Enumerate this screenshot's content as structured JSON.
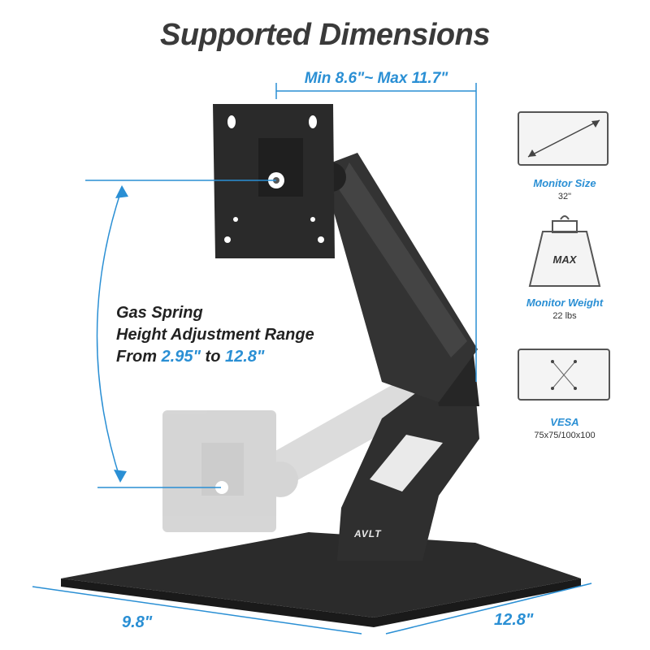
{
  "title": "Supported Dimensions",
  "dimensions": {
    "arm_extension": "Min 8.6\"~ Max 11.7\"",
    "base_width": "9.8\"",
    "base_depth": "12.8\""
  },
  "gas_spring": {
    "line1": "Gas Spring",
    "line2": "Height Adjustment Range",
    "from_label": "From",
    "from_value": "2.95\"",
    "to_label": "to",
    "to_value": "12.8\""
  },
  "specs": [
    {
      "label": "Monitor Size",
      "value": "32\"",
      "icon": "monitor-size-icon"
    },
    {
      "label": "Monitor Weight",
      "value": "22 lbs",
      "icon": "weight-icon",
      "icon_text": "MAX"
    },
    {
      "label": "VESA",
      "value": "75x75/100x100",
      "icon": "vesa-icon"
    }
  ],
  "brand": "AVLT",
  "colors": {
    "accent": "#2a8fd4",
    "title": "#3a3a3a",
    "stand": "#2b2b2b"
  }
}
